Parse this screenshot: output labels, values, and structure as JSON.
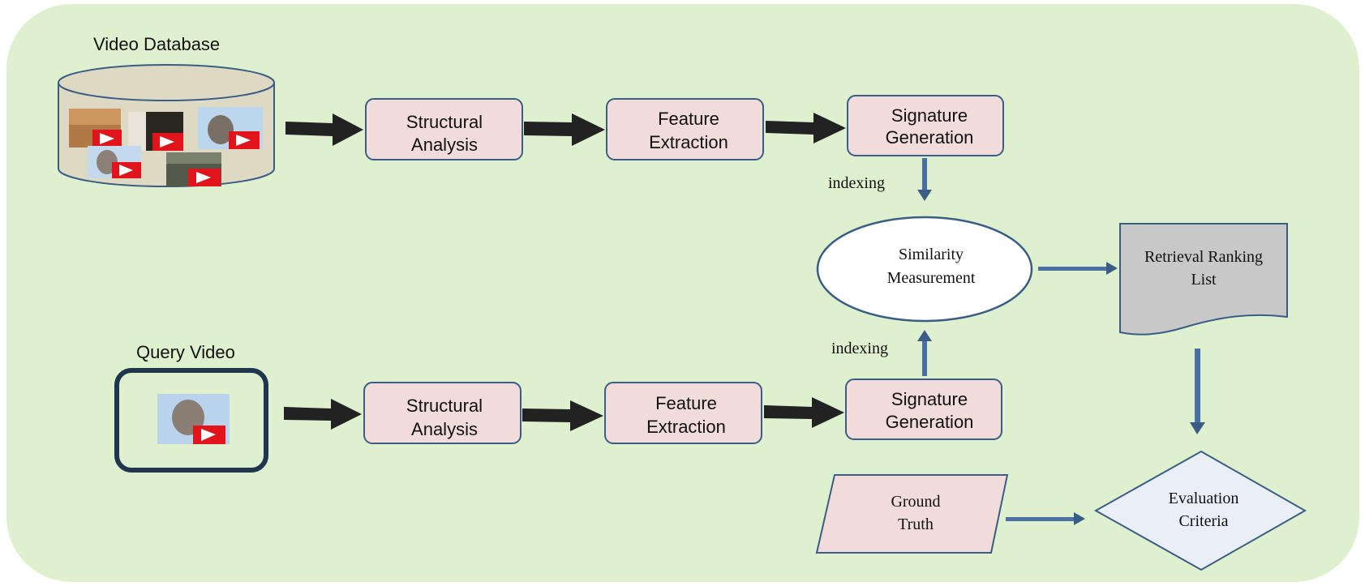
{
  "database": {
    "label": "Video  Database"
  },
  "query": {
    "label": "Query Video"
  },
  "top_row": {
    "structural": [
      "Structural",
      "Analysis"
    ],
    "feature": [
      "Feature",
      "Extraction"
    ],
    "signature": [
      "Signature",
      "Generation"
    ]
  },
  "bottom_row": {
    "structural": [
      "Structural",
      "Analysis"
    ],
    "feature": [
      "Feature",
      "Extraction"
    ],
    "signature": [
      "Signature",
      "Generation"
    ]
  },
  "indexing_top": "indexing",
  "indexing_bottom": "indexing",
  "similarity": [
    "Similarity",
    "Measurement"
  ],
  "ranking": [
    "Retrieval Ranking",
    "List"
  ],
  "ground_truth": [
    "Ground",
    "Truth"
  ],
  "evaluation": [
    "Evaluation",
    "Criteria"
  ],
  "colors": {
    "background_panel": "#dff0cf",
    "process_box": "#f2dcdb",
    "process_border": "#3a5d86",
    "cylinder_fill": "#ddd9c3",
    "ranking_fill": "#c8c8c8",
    "diamond_fill": "#e9eef7",
    "arrow_dark": "#222222",
    "arrow_blue": "#4472c4"
  }
}
